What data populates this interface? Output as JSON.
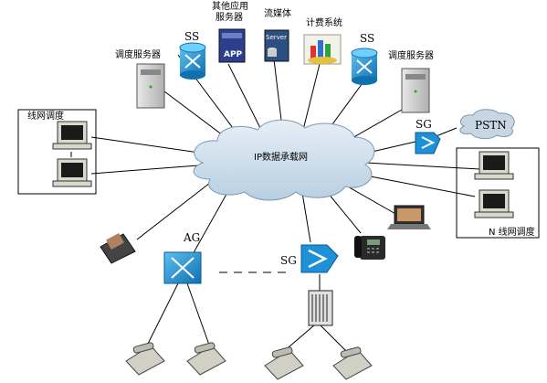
{
  "labels": {
    "other_app_server_line1": "其他应用",
    "other_app_server_line2": "服务器",
    "streaming": "流媒体",
    "billing": "计费系统",
    "ss_left": "SS",
    "ss_right": "SS",
    "dispatch_server_left": "调度服务器",
    "dispatch_server_right": "调度服务器",
    "line_dispatch_left": "线网调度",
    "line_dispatch_right": "N 线网调度",
    "ip_network": "IP数据承载网",
    "sg_top": "SG",
    "sg_bottom": "SG",
    "pstn": "PSTN",
    "ag": "AG"
  },
  "icon_text": {
    "app_badge": "APP",
    "server_badge": "Server"
  },
  "colors": {
    "cloud_fill": "#cfe0ee",
    "switch_blue": "#1f8fd0",
    "sg_blue": "#1e90d8",
    "line": "#000000"
  }
}
